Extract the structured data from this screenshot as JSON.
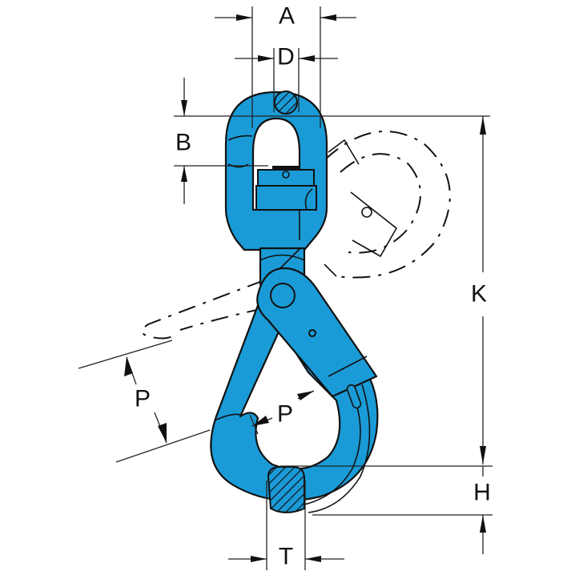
{
  "diagram": {
    "subject": "Swivel self-locking hook",
    "colors": {
      "body": "#1a9bd7",
      "outline": "#111111",
      "dimension_line": "#222222",
      "background": "#ffffff"
    },
    "dimension_labels": {
      "A": "A",
      "D": "D",
      "B": "B",
      "K": "K",
      "H": "H",
      "T": "T",
      "P_outer": "P",
      "P_inner": "P"
    },
    "views": {
      "solid": "closed position",
      "ghost": "latch open position (dash-dot outline)"
    }
  }
}
